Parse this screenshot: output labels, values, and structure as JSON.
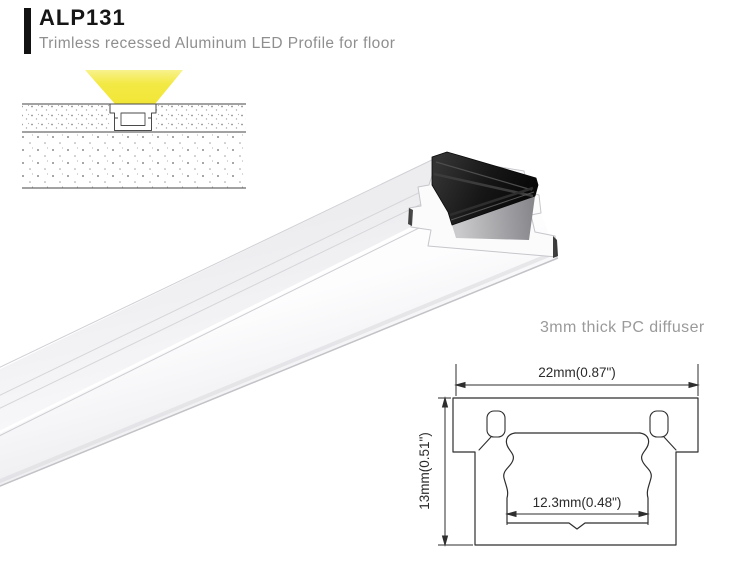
{
  "header": {
    "product_code": "ALP131",
    "description": "Trimless recessed Aluminum LED Profile for floor",
    "accent_color": "#121212"
  },
  "annotations": {
    "diffuser_note": "3mm thick PC diffuser"
  },
  "installation_diagram": {
    "beam_color": "#f3e945",
    "line_color": "#454545"
  },
  "render": {
    "profile_color": "#f4f4f6",
    "insert_color": "#141414",
    "channel_shadow_color": "#8c8c90"
  },
  "technical_drawing": {
    "outer_width": "22mm(0.87\")",
    "overall_height": "13mm(0.51\")",
    "inner_width": "12.3mm(0.48\")",
    "line_color": "#2e2e2e"
  }
}
